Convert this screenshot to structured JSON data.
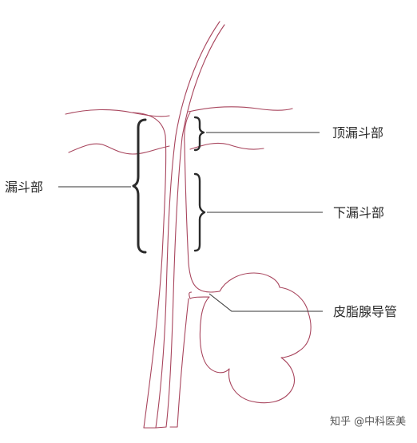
{
  "labels": {
    "infundibulum": "漏斗部",
    "acroinfundibulum": "顶漏斗部",
    "infrainfundibulum": "下漏斗部",
    "sebaceous_duct": "皮脂腺导管"
  },
  "watermark": {
    "text": "知乎 @中科医美"
  },
  "colors": {
    "outline": "#a8455d",
    "bracket": "#2b2b2b",
    "text": "#2a2a2a"
  }
}
